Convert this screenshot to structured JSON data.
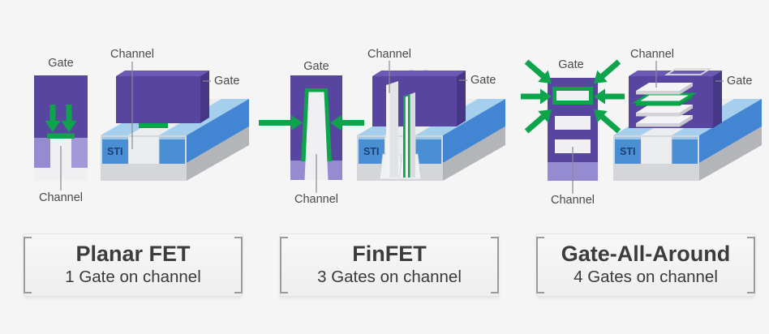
{
  "colors": {
    "background": "#f5f5f6",
    "gate_purple": "#57459f",
    "gate_purple_top": "#6b59b6",
    "gate_purple_side": "#453686",
    "lavender": "#958bd1",
    "channel_white": "#f0f0f3",
    "arrow_green": "#0da44c",
    "sti_blue": "#4a8fd4",
    "substrate_top_blue": "#a6cfee",
    "substrate_side_blue": "#4285d2",
    "substrate_gray": "#d5d6d9",
    "substrate_gray_dark": "#b4b5b8",
    "diagram_label": "#4a4a4c",
    "sti_text": "#1d3d73",
    "plate_background": "#f4f4f4",
    "plate_bracket": "#9b9b9d",
    "caption_title": "#3c3c3e",
    "caption_subtitle": "#39393b"
  },
  "panels": [
    {
      "id": "planar-fet",
      "cross_section": {
        "gate_label": "Gate",
        "channel_label": "Channel"
      },
      "iso_view": {
        "channel_label": "Channel",
        "gate_label": "Gate",
        "sti_label": "STI"
      },
      "caption": {
        "title": "Planar FET",
        "subtitle": "1 Gate on channel"
      }
    },
    {
      "id": "finfet",
      "cross_section": {
        "gate_label": "Gate",
        "channel_label": "Channel"
      },
      "iso_view": {
        "channel_label": "Channel",
        "gate_label": "Gate",
        "sti_label": "STI"
      },
      "caption": {
        "title": "FinFET",
        "subtitle": "3 Gates on channel"
      }
    },
    {
      "id": "gate-all-around",
      "cross_section": {
        "gate_label": "Gate",
        "channel_label": "Channel"
      },
      "iso_view": {
        "channel_label": "Channel",
        "gate_label": "Gate",
        "sti_label": "STI"
      },
      "caption": {
        "title": "Gate-All-Around",
        "subtitle": "4 Gates on channel"
      }
    }
  ]
}
